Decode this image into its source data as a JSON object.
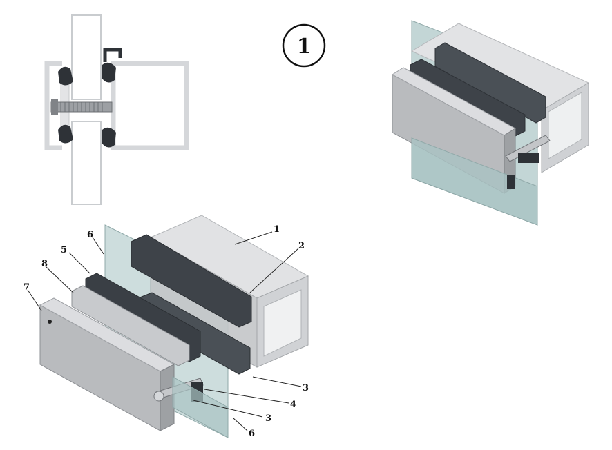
{
  "figure": {
    "badge": "1",
    "callouts": {
      "c1": "1",
      "c2": "2",
      "c3a": "3",
      "c3b": "3",
      "c4": "4",
      "c5": "5",
      "c6a": "6",
      "c6b": "6",
      "c7": "7",
      "c8": "8"
    }
  },
  "colors": {
    "glass": "#b8cfcf",
    "aluminum_light": "#d9dadc",
    "aluminum_mid": "#b9bbbe",
    "aluminum_dark": "#8d9094",
    "gasket": "#3e4349",
    "outline": "#222222"
  }
}
